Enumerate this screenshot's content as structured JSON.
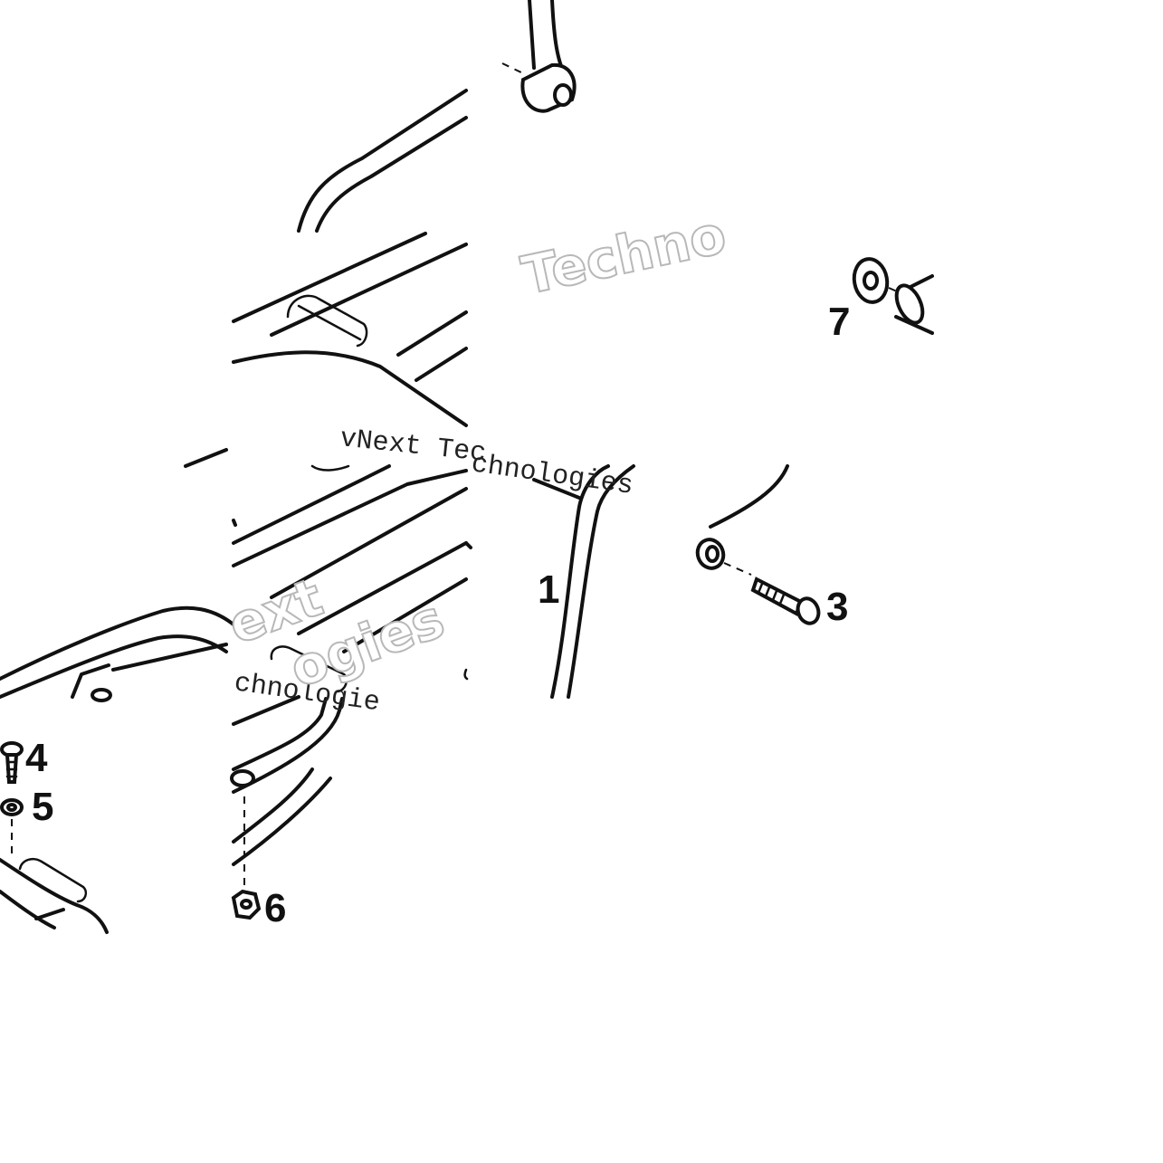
{
  "callouts": {
    "c1": "1",
    "c3": "3",
    "c4": "4",
    "c5": "5",
    "c6": "6",
    "c7": "7"
  },
  "watermarks": {
    "w1": "Techno",
    "w2": "vNext Tec",
    "w3": "chnologies",
    "w4": "chnologie",
    "w5": "ext",
    "w6": "ogies"
  }
}
